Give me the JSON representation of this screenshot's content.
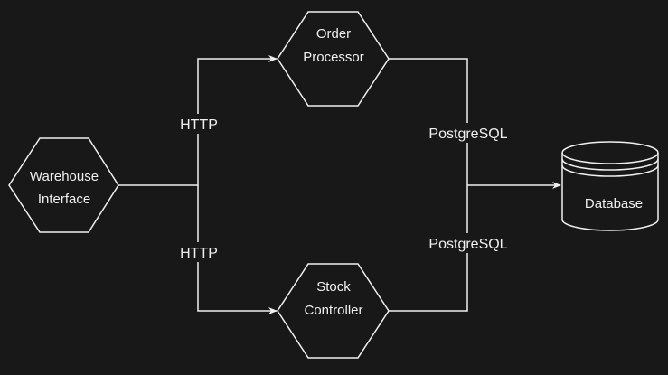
{
  "nodes": {
    "warehouse_interface": {
      "line1": "Warehouse",
      "line2": "Interface"
    },
    "order_processor": {
      "line1": "Order",
      "line2": "Processor"
    },
    "stock_controller": {
      "line1": "Stock",
      "line2": "Controller"
    },
    "database": {
      "label": "Database"
    }
  },
  "edges": {
    "http_to_order": "HTTP",
    "http_to_stock": "HTTP",
    "pg_from_order": "PostgreSQL",
    "pg_from_stock": "PostgreSQL"
  },
  "colors": {
    "background": "#181818",
    "stroke": "#f0f0f0",
    "text": "#f0f0f0"
  }
}
